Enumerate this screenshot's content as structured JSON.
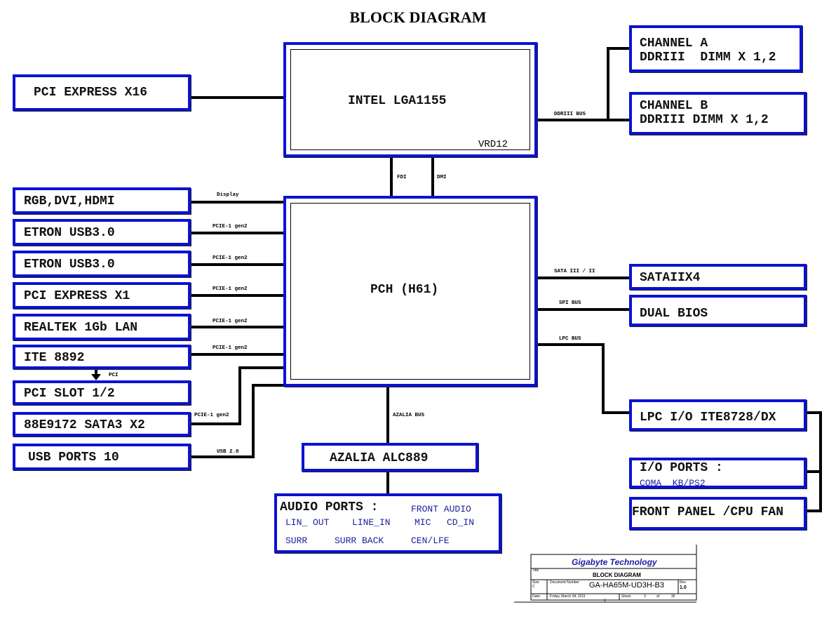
{
  "title": "BLOCK DIAGRAM",
  "cpu": {
    "label": "INTEL LGA1155",
    "sub": "VRD12"
  },
  "pch": {
    "label": "PCH (H61)"
  },
  "left": {
    "pcie_x16": "PCI EXPRESS X16",
    "display": "RGB,DVI,HDMI",
    "etron1": "ETRON USB3.0",
    "etron2": "ETRON USB3.0",
    "pcie_x1": "PCI EXPRESS X1",
    "lan": "REALTEK 1Gb LAN",
    "ite": "ITE 8892",
    "pci_slot": "PCI SLOT 1/2",
    "sata3": "88E9172 SATA3 X2",
    "usb": "USB PORTS 10"
  },
  "right": {
    "chan_a": [
      "CHANNEL A",
      "DDRIII  DIMM X 1,2"
    ],
    "chan_b": [
      "CHANNEL B",
      "DDRIII DIMM X 1,2"
    ],
    "sata": "SATAIIX4",
    "bios": "DUAL BIOS",
    "lpc": "LPC I/O ITE8728/DX",
    "io_ports": "I/O PORTS :",
    "io_ports_items": "COMA  KB/PS2",
    "front_panel": "FRONT PANEL /CPU FAN"
  },
  "azalia": "AZALIA ALC889",
  "audio": {
    "label": "AUDIO PORTS :",
    "items": [
      "FRONT AUDIO",
      "LIN_ OUT",
      "LINE_IN",
      "MIC",
      "CD_IN",
      "SURR",
      "SURR BACK",
      "CEN/LFE"
    ]
  },
  "buses": {
    "ddr": "DDRIII BUS",
    "fdi": "FDI",
    "dmi": "DMI",
    "display": "Display",
    "pcie": "PCIE-1 gen2",
    "pci": "PCI",
    "usb": "USB 2.0",
    "sata": "SATA III / II",
    "spi": "SPI BUS",
    "lpc": "LPC BUS",
    "azalia": "AZALIA BUS"
  },
  "titleblock": {
    "company": "Gigabyte Technology",
    "title_label": "Title",
    "title": "BLOCK DIAGRAM",
    "size_label": "Size",
    "size": "C",
    "docnum_label": "Document Number",
    "docnum": "GA-HA65M-UD3H-B3",
    "rev_label": "Rev",
    "rev": "1.0",
    "date_label": "Date:",
    "date": "Friday, March 04, 2011",
    "sheet_label": "Sheet",
    "sheet": "3",
    "of_label": "of",
    "total": "35",
    "marker": "1"
  },
  "colors": {
    "box_border": "#0a12d0",
    "line": "#000000",
    "sub_text": "#1a1f9c",
    "company": "#1a1fa0"
  }
}
